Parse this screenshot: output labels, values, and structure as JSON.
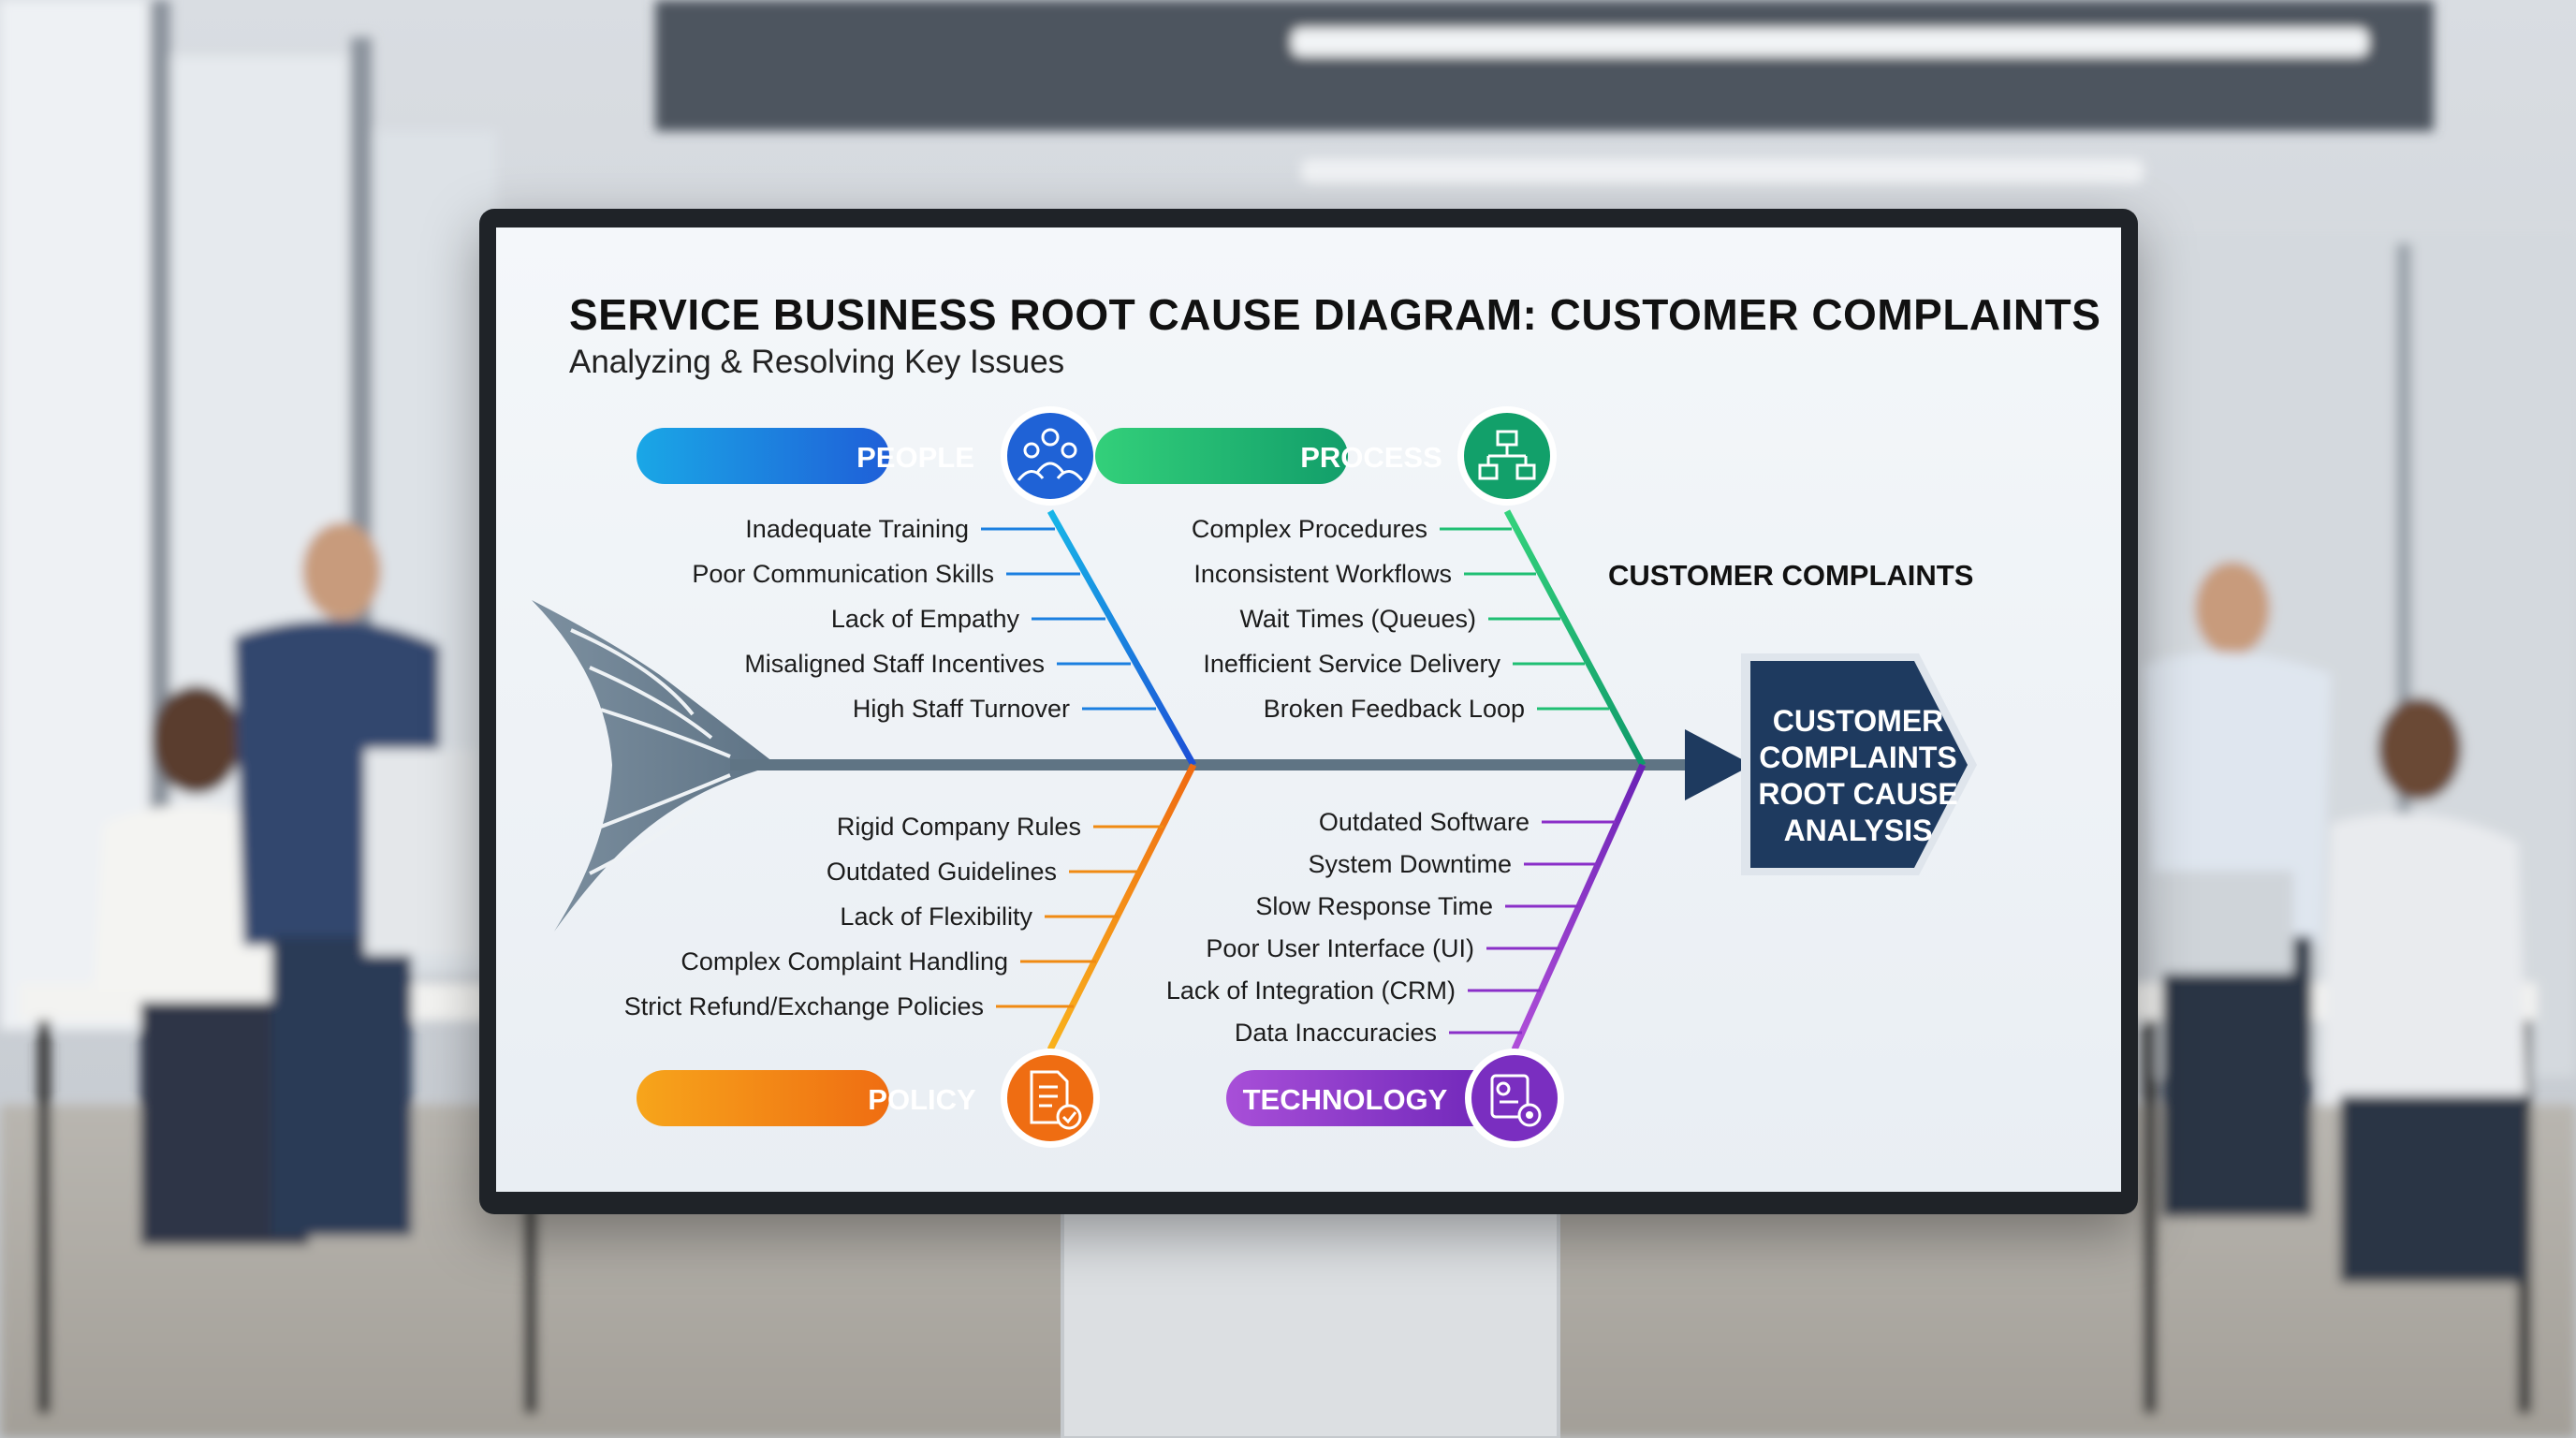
{
  "title": "SERVICE BUSINESS ROOT CAUSE DIAGRAM: CUSTOMER COMPLAINTS",
  "subtitle": "Analyzing & Resolving Key Issues",
  "effect_label": "CUSTOMER COMPLAINTS",
  "effect_box": [
    "CUSTOMER",
    "COMPLAINTS",
    "ROOT CAUSE",
    "ANALYSIS"
  ],
  "colors": {
    "people": "#1b7fe0",
    "process": "#1fbf73",
    "policy": "#f08a12",
    "technology": "#8a2fc8",
    "spine": "#5f7484",
    "effect_box": "#1e3a5f"
  },
  "categories": {
    "people": {
      "label": "PEOPLE",
      "icon": "people-group-icon",
      "causes": [
        "Inadequate Training",
        "Poor Communication Skills",
        "Lack of Empathy",
        "Misaligned Staff Incentives",
        "High Staff Turnover"
      ]
    },
    "process": {
      "label": "PROCESS",
      "icon": "flowchart-icon",
      "causes": [
        "Complex Procedures",
        "Inconsistent Workflows",
        "Wait Times (Queues)",
        "Inefficient Service Delivery",
        "Broken Feedback Loop"
      ]
    },
    "policy": {
      "label": "POLICY",
      "icon": "document-check-icon",
      "causes": [
        "Rigid Company Rules",
        "Outdated Guidelines",
        "Lack of Flexibility",
        "Complex Complaint Handling",
        "Strict Refund/Exchange Policies"
      ]
    },
    "technology": {
      "label": "TECHNOLOGY",
      "icon": "gear-device-icon",
      "causes": [
        "Outdated Software",
        "System Downtime",
        "Slow Response Time",
        "Poor User Interface (UI)",
        "Lack of Integration (CRM)",
        "Data Inaccuracies"
      ]
    }
  }
}
